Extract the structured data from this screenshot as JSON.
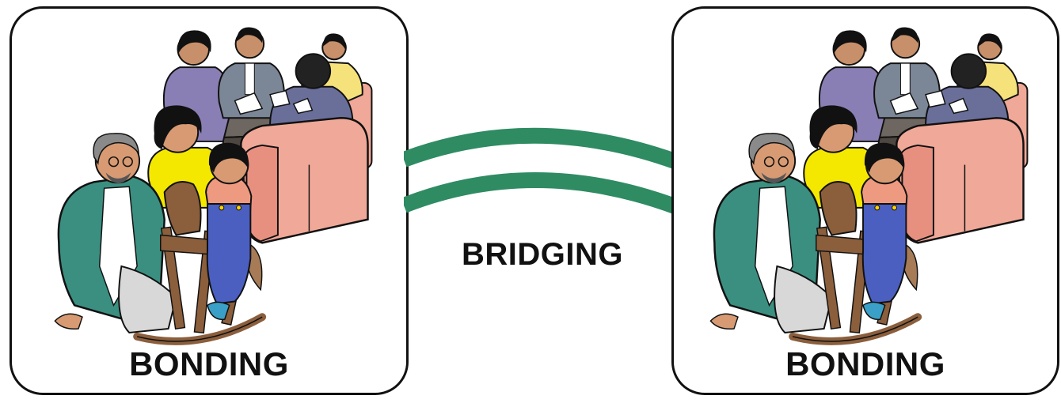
{
  "left_panel": {
    "label": "BONDING",
    "illustration": "family-and-business-meeting-clipart"
  },
  "right_panel": {
    "label": "BONDING",
    "illustration": "family-and-business-meeting-clipart"
  },
  "bridge": {
    "label": "BRIDGING",
    "color": "#2e8b62"
  },
  "colors": {
    "border": "#111111",
    "bridge_green": "#2e8b62",
    "armchair": "#f0a898",
    "cardigan": "#3a8f80",
    "overalls": "#4a5fc0",
    "yellow_top": "#f5e800",
    "rocking_horse": "#8b5e3c"
  }
}
